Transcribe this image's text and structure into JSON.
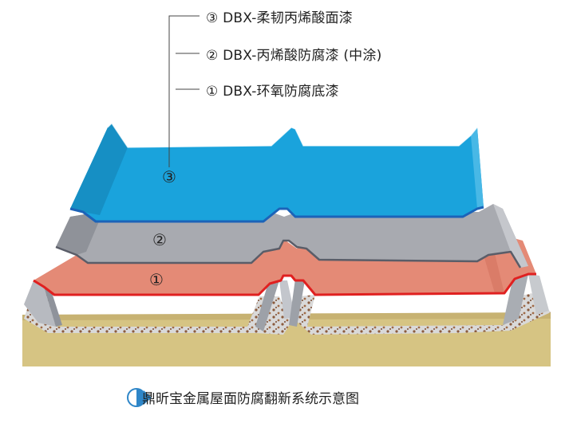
{
  "legend": [
    {
      "marker": "③",
      "label": "DBX-柔韧丙烯酸面漆"
    },
    {
      "marker": "②",
      "label": "DBX-丙烯酸防腐漆 (中涂)"
    },
    {
      "marker": "①",
      "label": "DBX-环氧防腐底漆"
    }
  ],
  "layer_markers": [
    "③",
    "②",
    "①"
  ],
  "caption": "鼎昕宝金属屋面防腐翻新系统示意图",
  "colors": {
    "topcoat": "#1aa3dc",
    "topcoat_edge": "#1c63b8",
    "intermediate": "#a8aab0",
    "intermediate_edge": "#5a5d68",
    "primer": "#e48a76",
    "primer_edge": "#e02020",
    "insulation": "#d9d9d9",
    "insulation_dots": "#8b5a3c",
    "base": "#d6c483",
    "caption_icon": "#2e86c8"
  }
}
